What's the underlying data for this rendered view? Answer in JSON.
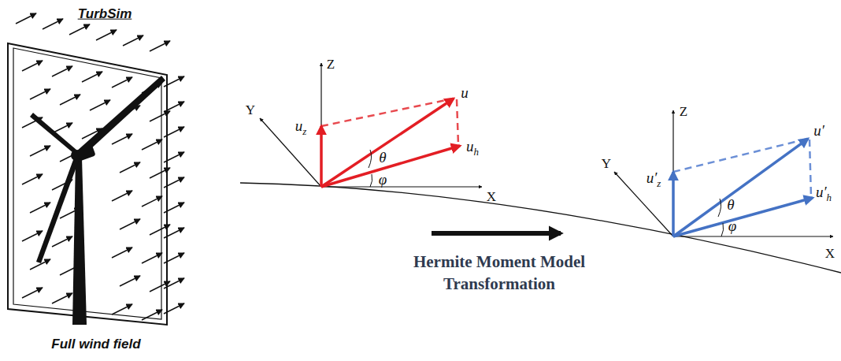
{
  "diagram": {
    "labels": [
      "TurbSim",
      "Z",
      "Y",
      "uz",
      "u",
      "θ",
      "uh",
      "φ",
      "X",
      "Z",
      "Y",
      "u′z",
      "u′",
      "θ",
      "u′h",
      "φ",
      "X",
      "Hermite Moment Model Transformation",
      "Full wind field"
    ]
  }
}
